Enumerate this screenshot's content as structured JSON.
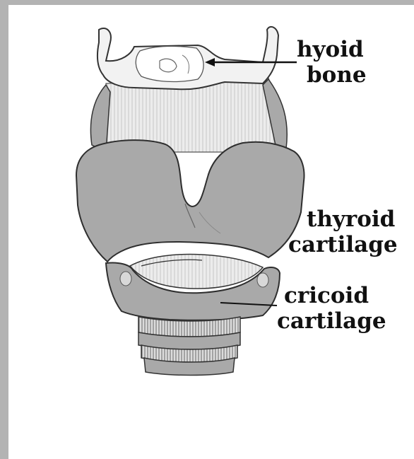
{
  "colors": {
    "frame": "#b3b3b3",
    "background": "#ffffff",
    "cartilage_fill": "#a9a9a9",
    "membrane_fill": "#e9e9e9",
    "bone_fill": "#f2f2f2",
    "outline": "#3a3a3a",
    "label_text": "#111111"
  },
  "labels": {
    "hyoid": {
      "line1": "hyoid",
      "line2": "bone"
    },
    "thyroid": {
      "line1": "thyroid",
      "line2": "cartilage"
    },
    "cricoid": {
      "line1": "cricoid",
      "line2": "cartilage"
    }
  }
}
